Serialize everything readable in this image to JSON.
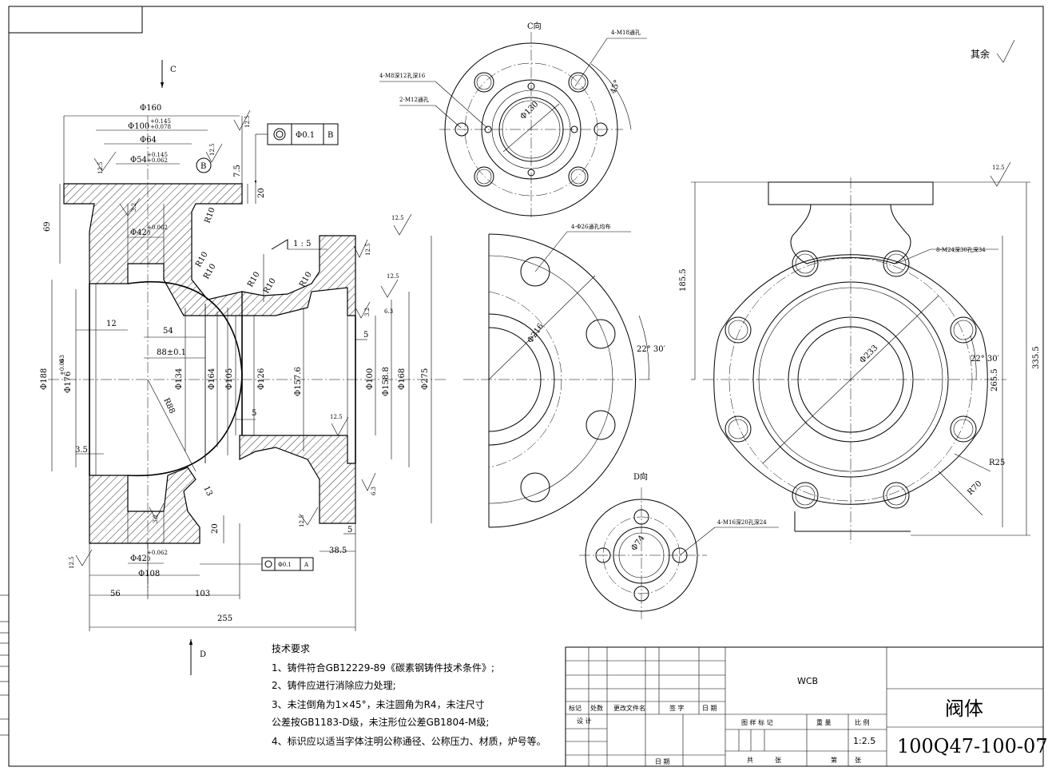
{
  "view_labels": {
    "c_view": "C向",
    "d_view": "D向",
    "arrow_c": "C",
    "arrow_d": "D",
    "rest_roughness": "其余"
  },
  "top_view": {
    "holes_m18": "4-M18通孔",
    "holes_m8": "4-M8深12孔深16",
    "holes_m12": "2-M12通孔",
    "dia_130": "Φ130",
    "angle_45": "45°"
  },
  "mid_view": {
    "holes_26": "4-Φ26通孔均布",
    "dia_216": "Φ216",
    "angle": "22° 30′"
  },
  "right_view": {
    "holes_m24": "8-M24深30孔深34",
    "dia_233": "Φ233",
    "angle": "22° 30′",
    "dim_185": "185.5",
    "dim_265": "265.5",
    "dim_335": "335.5",
    "r25": "R25",
    "r70": "R70",
    "roughness": "12.5"
  },
  "d_view": {
    "holes_m16": "4-M16深20孔深24",
    "dia_74": "Φ74"
  },
  "section": {
    "d160": "Φ160",
    "d100": "Φ100",
    "d100_tol_up": "+0.145",
    "d100_tol_dn": "+0.078",
    "d64": "Φ64",
    "d54": "Φ54",
    "d54_tol_up": "+0.145",
    "d54_tol_dn": "+0.062",
    "d42_top": "Φ42",
    "d42_top_tol_up": "+0.062",
    "d42_top_tol_dn": "0",
    "gtol_top_sym": "◎",
    "gtol_top_val": "Φ0.1",
    "gtol_top_ref": "B",
    "datum_b": "B",
    "d69": "69",
    "d7_5": "7.5",
    "d20_top": "20",
    "r10_a": "R10",
    "r10_b": "R10",
    "r10_c": "R10",
    "r10_d": "R10",
    "r10_e": "R10",
    "r10_f": "R10",
    "taper": "1 : 5",
    "d12": "12",
    "d54b": "54",
    "d88": "88±0.1",
    "d188": "Φ188",
    "d176": "Φ176",
    "d176_tol_up": "+0.063",
    "d176_tol_dn": "0",
    "d134": "Φ134",
    "d164": "Φ164",
    "d105": "Φ105",
    "d126": "Φ126",
    "d157": "Φ157.6",
    "d100b": "Φ100",
    "d158": "Φ158.8",
    "d168": "Φ168",
    "d275": "Φ275",
    "r88": "R88",
    "d3_5": "3.5",
    "d5a": "5",
    "d5b": "5",
    "d5c": "5",
    "d13": "13",
    "d20_bot": "20",
    "d38": "38.5",
    "d42_bot": "Φ42",
    "d42_bot_tol_up": "+0.062",
    "d42_bot_tol_dn": "0",
    "d108": "Φ108",
    "d56": "56",
    "d103": "103",
    "d255": "255",
    "gtol_bot_sym": "◎",
    "gtol_bot_val": "Φ0.1",
    "gtol_bot_ref": "A",
    "rough_12_5": "12.5",
    "rough_3_2": "3.2",
    "rough_6_3": "6.3"
  },
  "tech_notes": {
    "title": "技术要求",
    "lines": [
      "1、铸件符合GB12229-89《碳素钢铸件技术条件》;",
      "2、铸件应进行消除应力处理;",
      "3、未注倒角为1×45°，未注圆角为R4，未注尺寸",
      "公差按GB1183-D级，未注形位公差GB1804-M级;",
      "4、标识应以适当字体注明公称通径、公称压力、材质，炉号等。"
    ]
  },
  "title_block": {
    "material": "WCB",
    "part_name": "阀体",
    "drawing_no": "100Q47-100-07",
    "scale": "1:2.5",
    "h_mark": "标记",
    "h_count": "处数",
    "h_doc": "更改文件名",
    "h_sign": "签 字",
    "h_date": "日 期",
    "h_design": "设 计",
    "h_date2": "日 期",
    "h_pattern": "图 样 标 记",
    "h_weight": "重 量",
    "h_scale": "比 例",
    "h_total": "共",
    "h_sheet1": "张",
    "h_nth": "第",
    "h_sheet2": "张"
  }
}
